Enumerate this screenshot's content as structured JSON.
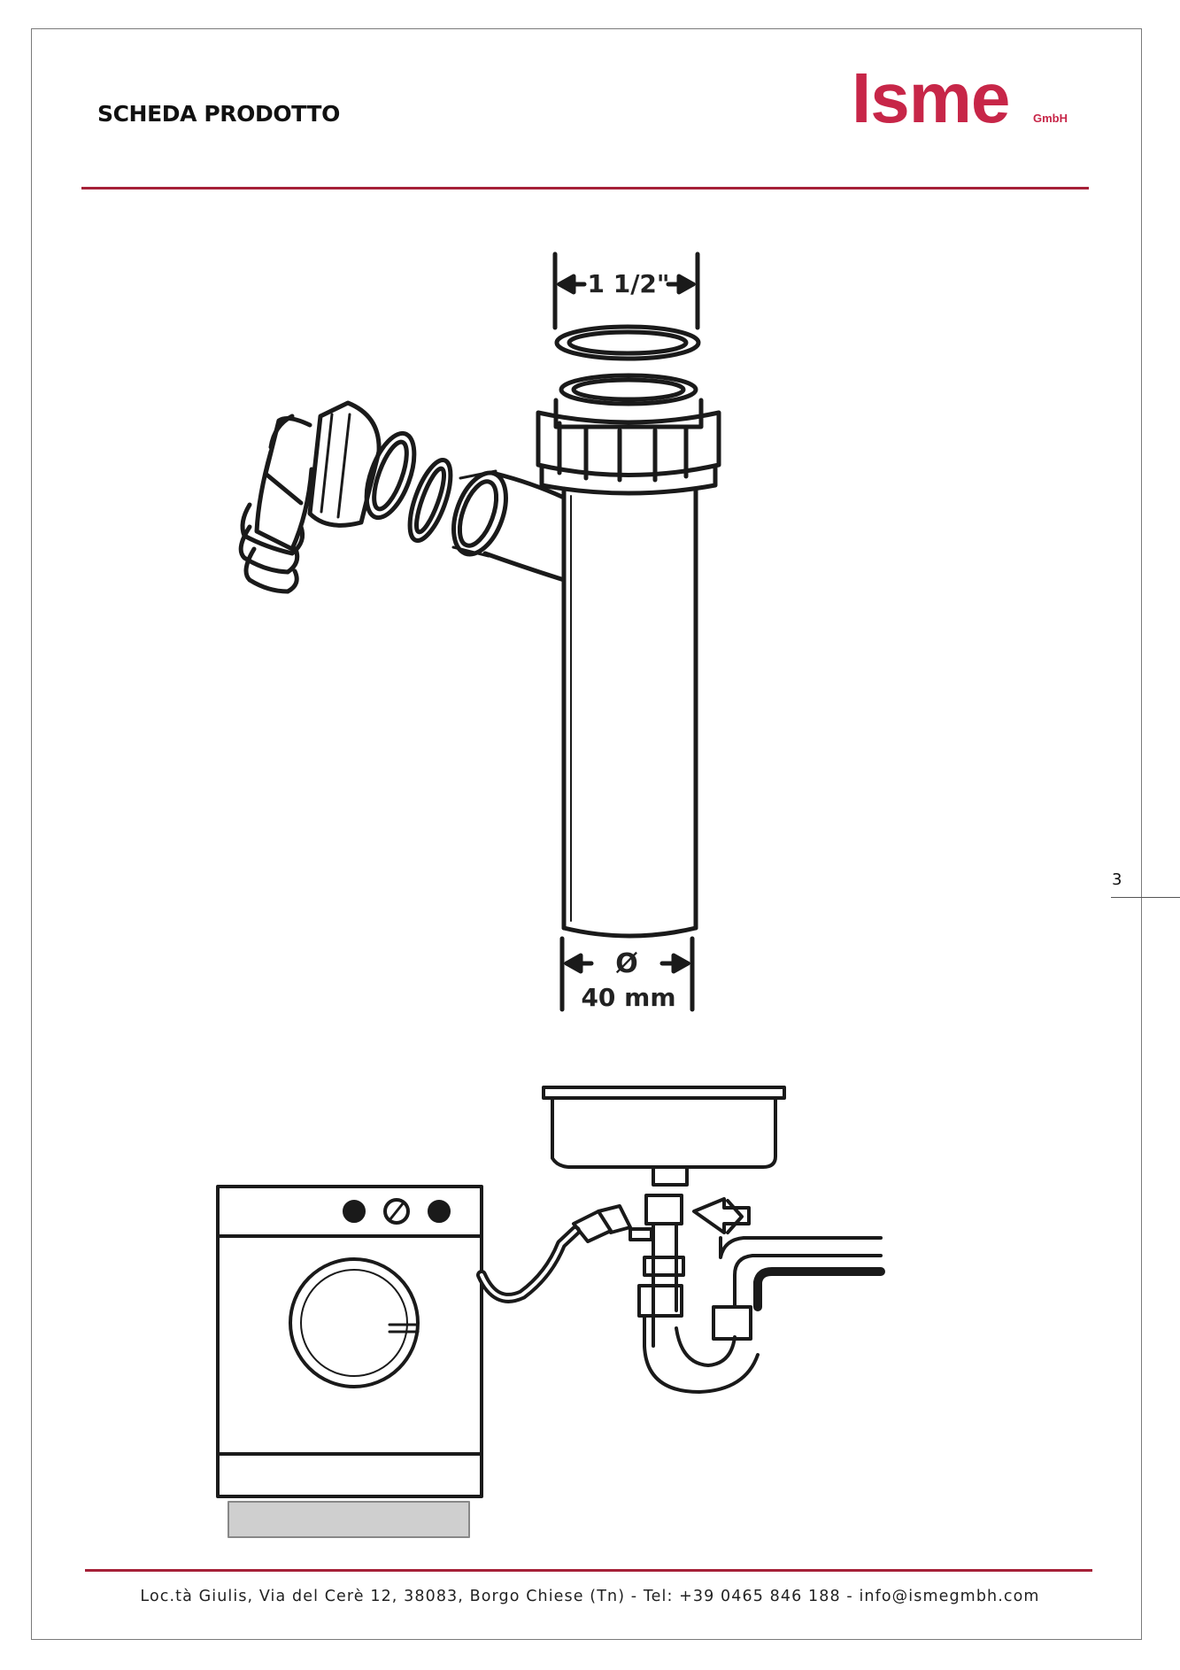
{
  "header": {
    "title": "SCHEDA PRODOTTO",
    "logo_text": "Isme",
    "logo_suffix": "GmbH",
    "brand_color": "#c72648",
    "rule_color": "#a62138"
  },
  "figure_1": {
    "top_dimension_label": "1 1/2\"",
    "bottom_dimension_symbol": "Ø",
    "bottom_dimension_value": "40 mm"
  },
  "page": {
    "number": "3"
  },
  "footer": {
    "text": "Loc.tà Giulis, Via del Cerè 12, 38083, Borgo Chiese (Tn)  - Tel: +39 0465 846 188 - info@ismegmbh.com"
  }
}
